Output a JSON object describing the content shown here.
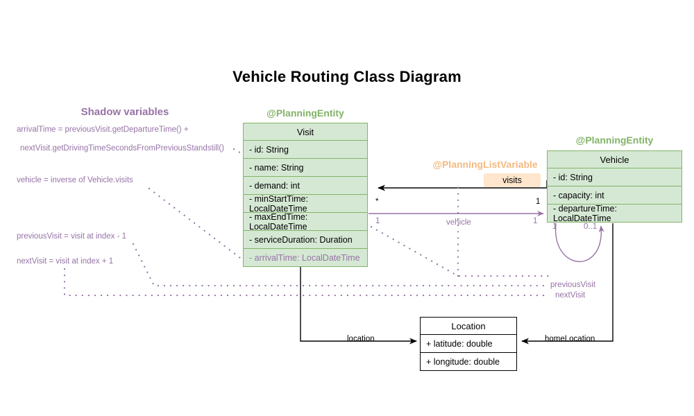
{
  "title": "Vehicle Routing Class Diagram",
  "classes": {
    "visit": {
      "stereotype": "@PlanningEntity",
      "name": "Visit",
      "attributes": [
        "- id: String",
        "- name: String",
        "- demand: int",
        "- minStartTime: LocalDateTime",
        "- maxEndTime: LocalDateTime",
        "- serviceDuration: Duration",
        "- arrivalTime: LocalDateTime"
      ]
    },
    "vehicle": {
      "stereotype": "@PlanningEntity",
      "name": "Vehicle",
      "attributes": [
        "- id: String",
        "- capacity: int",
        "- departureTime: LocalDateTime"
      ]
    },
    "location": {
      "name": "Location",
      "attributes": [
        "+ latitude: double",
        "+ longitude: double"
      ]
    }
  },
  "planning_list_variable": {
    "stereotype": "@PlanningListVariable",
    "badge": "visits"
  },
  "shadow_panel": {
    "title": "Shadow variables",
    "lines": [
      "arrivalTime = previousVisit.getDepartureTime() +",
      "nextVisit.getDrivingTimeSecondsFromPreviousStandstill()",
      "vehicle = inverse of Vehicle.visits",
      "previousVisit = visit at index - 1",
      "nextVisit = visit at index + 1"
    ]
  },
  "edge_labels": {
    "visits_many": "*",
    "visits_one": "1",
    "vehicle_name": "vehicle",
    "vehicle_src_mult": "1",
    "vehicle_dst_mult": "1",
    "self_loop_left": "1",
    "self_loop_right": "0..1",
    "previous_visit": "previousVisit",
    "next_visit": "nextVisit",
    "location": "location",
    "home_location": "homeLocation"
  },
  "colors": {
    "entity_fill": "#d5e8d4",
    "entity_stroke": "#82b366",
    "shadow": "#9673a6",
    "badge_fill": "#ffe6cc",
    "stereotype_orange": "#f5b97f",
    "line_black": "#000000"
  }
}
